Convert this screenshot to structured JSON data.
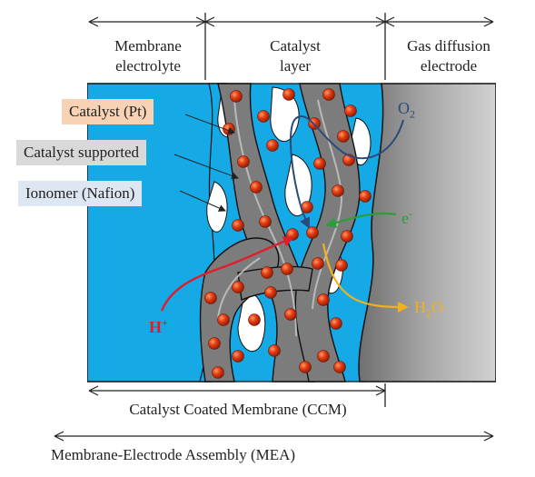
{
  "regions": {
    "membrane": {
      "line1": "Membrane",
      "line2": "electrolyte"
    },
    "catalyst_layer": {
      "line1": "Catalyst",
      "line2": "layer"
    },
    "gas_diffusion": {
      "line1": "Gas diffusion",
      "line2": "electrode"
    }
  },
  "legend": {
    "catalyst_pt": "Catalyst (Pt)",
    "catalyst_supported": "Catalyst supported",
    "ionomer": "Ionomer (Nafion)"
  },
  "species": {
    "oxygen": "O",
    "oxygen_sub": "2",
    "electron": "e",
    "electron_sup": "-",
    "proton": "H",
    "proton_sup": "+",
    "water": "H",
    "water_sub": "2",
    "water_tail": "O"
  },
  "bottom": {
    "ccm": "Catalyst Coated Membrane (CCM)",
    "mea": "Membrane-Electrode Assembly (MEA)"
  },
  "colors": {
    "membrane_blue": "#15a9e6",
    "catalyst_gray": "#7c7c7c",
    "particle_red": "#e53c12",
    "gdl_gray": "#9a9a9a",
    "oxygen_path": "#2c4a7a",
    "electron_path": "#2f9c3c",
    "proton_path": "#e01e2a",
    "water_path": "#f2b01e",
    "legend_pt_bg": "#f7d2b4",
    "legend_support_bg": "#d9d9d9",
    "legend_ionomer_bg": "#dde7f2"
  }
}
